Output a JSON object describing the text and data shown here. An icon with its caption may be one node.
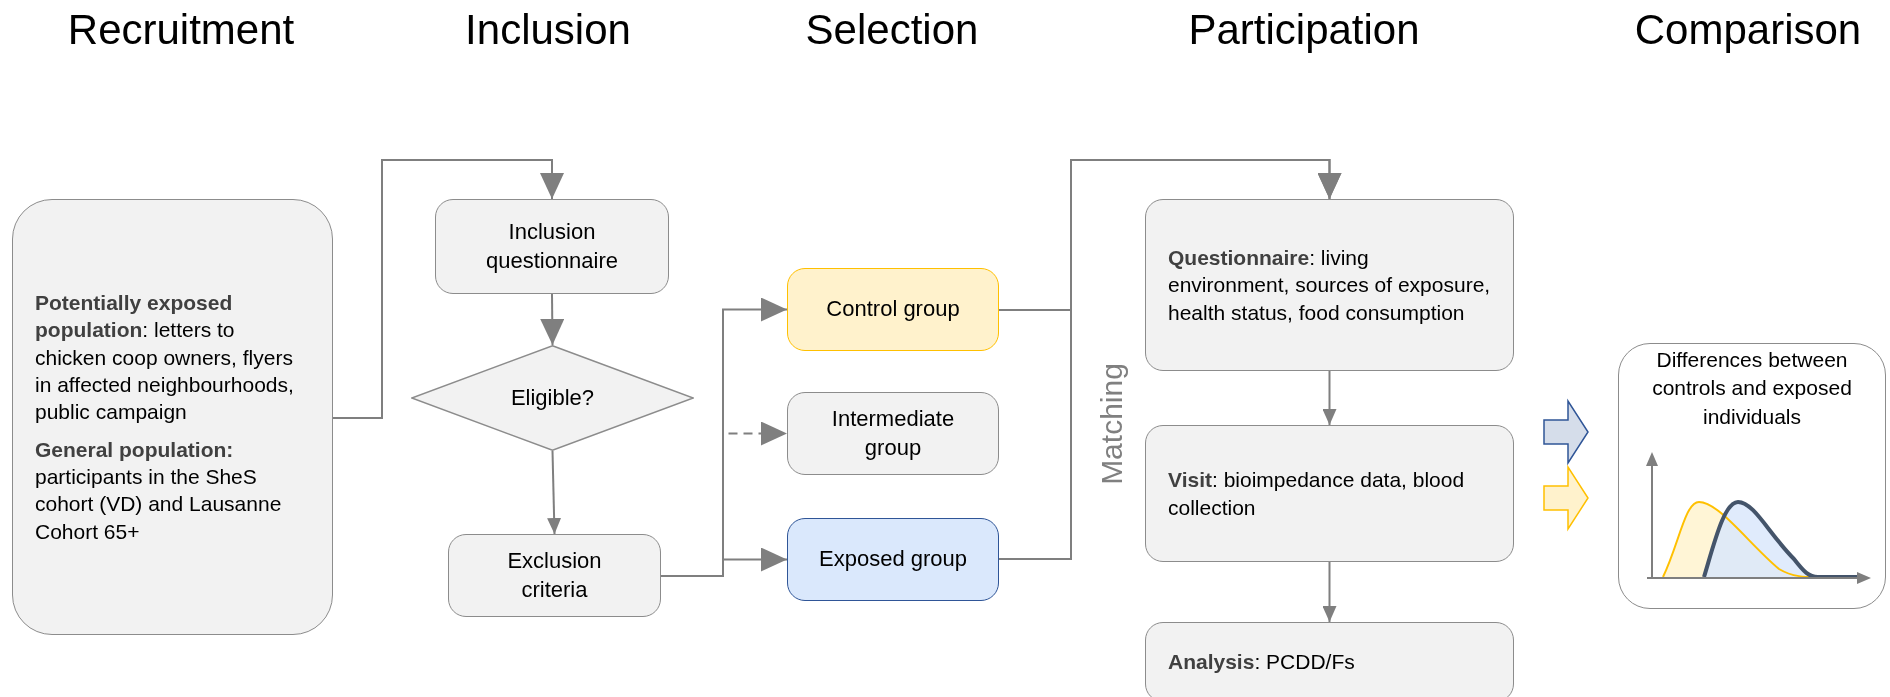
{
  "diagram": {
    "nodes": [
      {
        "text": [
          "**Potentially exposed population**: letters to chicken coop owners, flyers in affected neighbourhoods, public campaign",
          "**General population:** participants in the SheS cohort (VD) and Lausanne Cohort 65+"
        ]
      },
      {
        "text": [
          "Inclusion questionnaire"
        ]
      },
      {
        "text": [
          "Eligible?"
        ]
      },
      {
        "text": [
          "Exclusion criteria"
        ]
      },
      {
        "text": [
          "Control group"
        ]
      },
      {
        "text": [
          "Intermediate group"
        ]
      },
      {
        "text": [
          "Exposed group"
        ]
      },
      {
        "text": [
          "**Questionnaire**: living environment, sources of exposure, health status, food consumption"
        ]
      },
      {
        "text": [
          "**Visit**: bioimpedance data, blood collection"
        ]
      },
      {
        "text": [
          "**Analysis**: PCDD/Fs"
        ]
      },
      {
        "text": [
          "Differences between controls and exposed individuals"
        ]
      }
    ],
    "edges": [
      {
        "from": 0,
        "to": 1,
        "arrow": "to"
      },
      {
        "from": 1,
        "to": 2,
        "arrow": "to"
      },
      {
        "from": 2,
        "to": 3,
        "arrow": "to"
      },
      {
        "from": 3,
        "to": 4,
        "arrow": "to"
      },
      {
        "from": 3,
        "to": 5,
        "arrow": "to",
        "style": "dashed"
      },
      {
        "from": 3,
        "to": 6,
        "arrow": "to"
      },
      {
        "from": 4,
        "to": 7,
        "arrow": "to"
      },
      {
        "from": 6,
        "to": 7,
        "arrow": "to"
      },
      {
        "from": 7,
        "to": 8,
        "arrow": "to"
      },
      {
        "from": 8,
        "to": 9,
        "arrow": "to"
      },
      {
        "from": 8,
        "to": 10,
        "arrow": "to",
        "style": "thick",
        "color": "#2f5597"
      },
      {
        "from": 8,
        "to": 10,
        "arrow": "to",
        "style": "thick",
        "color": "#ffc000"
      }
    ],
    "labels": [
      "Recruitment",
      "Inclusion",
      "Selection",
      "Participation",
      "Comparison",
      "Matching"
    ]
  }
}
